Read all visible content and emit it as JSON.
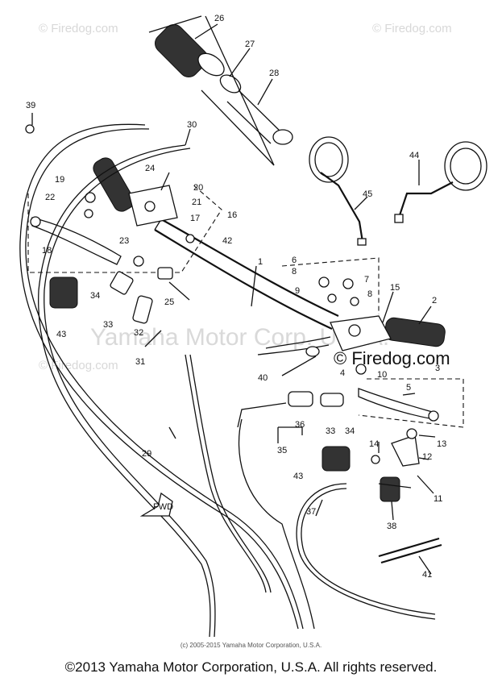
{
  "watermarks": {
    "top_left": "© Firedog.com",
    "top_right": "© Firedog.com",
    "mid_left": "© Firedog.com",
    "mid_right": "© Firedog.com",
    "center": "Yamaha Motor Corp. U.S.A."
  },
  "small_copyright": "(c) 2005-2015 Yamaha Motor Corporation, U.S.A.",
  "copyright": "©2013 Yamaha Motor Corporation, U.S.A. All rights reserved.",
  "fwd_label": "FWD",
  "callouts": {
    "c1": "1",
    "c2": "2",
    "c3": "3",
    "c4": "4",
    "c5": "5",
    "c6": "6",
    "c7": "7",
    "c8a": "8",
    "c8b": "8",
    "c9": "9",
    "c10": "10",
    "c11": "11",
    "c12": "12",
    "c13": "13",
    "c14": "14",
    "c15": "15",
    "c16": "16",
    "c17": "17",
    "c18": "18",
    "c19": "19",
    "c20": "20",
    "c21": "21",
    "c22": "22",
    "c23": "23",
    "c24": "24",
    "c25": "25",
    "c26": "26",
    "c27": "27",
    "c28": "28",
    "c29": "29",
    "c30": "30",
    "c31": "31",
    "c32": "32",
    "c33a": "33",
    "c33b": "33",
    "c34a": "34",
    "c34b": "34",
    "c35": "35",
    "c36": "36",
    "c37": "37",
    "c38": "38",
    "c39": "39",
    "c40": "40",
    "c41": "41",
    "c42": "42",
    "c43a": "43",
    "c43b": "43",
    "c44": "44",
    "c45": "45"
  }
}
